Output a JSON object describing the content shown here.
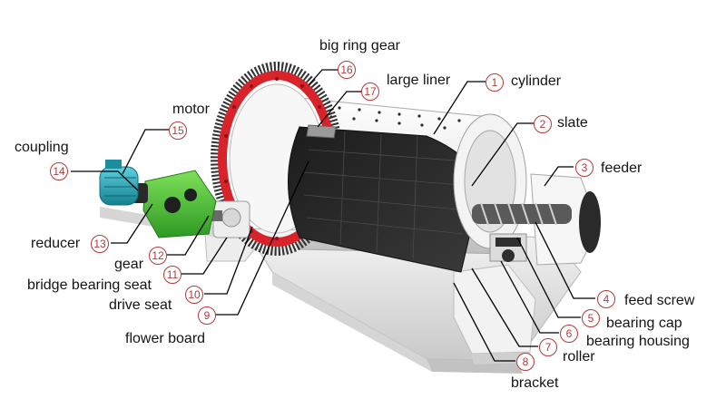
{
  "parts": [
    {
      "num": "1",
      "name": "cylinder"
    },
    {
      "num": "2",
      "name": "slate"
    },
    {
      "num": "3",
      "name": "feeder"
    },
    {
      "num": "4",
      "name": "feed screw"
    },
    {
      "num": "5",
      "name": "bearing cap"
    },
    {
      "num": "6",
      "name": "bearing housing"
    },
    {
      "num": "7",
      "name": "roller"
    },
    {
      "num": "8",
      "name": "bracket"
    },
    {
      "num": "9",
      "name": "flower board"
    },
    {
      "num": "10",
      "name": "drive seat"
    },
    {
      "num": "11",
      "name": "bridge bearing seat"
    },
    {
      "num": "12",
      "name": "gear"
    },
    {
      "num": "13",
      "name": "reducer"
    },
    {
      "num": "14",
      "name": "coupling"
    },
    {
      "num": "15",
      "name": "motor"
    },
    {
      "num": "16",
      "name": "big ring gear"
    },
    {
      "num": "17",
      "name": "large liner"
    }
  ],
  "colors": {
    "badge": "#b23a3a",
    "ring_gear": "#d8232a",
    "reducer": "#4cc43a",
    "motor": "#2aa3b5",
    "liner": "#2b2b2b",
    "frame": "#e8e8e8"
  }
}
